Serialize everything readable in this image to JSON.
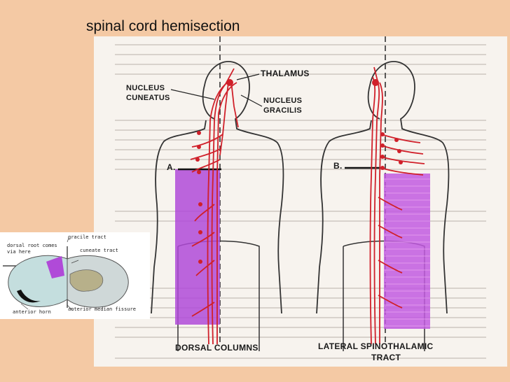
{
  "slide": {
    "title": "spinal cord hemisection"
  },
  "figure": {
    "labels": {
      "thalamus": "THALAMUS",
      "nucleus_cuneatus_1": "NUCLEUS",
      "nucleus_cuneatus_2": "CUNEATUS",
      "nucleus_gracilis_1": "NUCLEUS",
      "nucleus_gracilis_2": "GRACILIS",
      "marker_a": "A.",
      "marker_b": "B.",
      "dorsal_columns": "DORSAL COLUMNS",
      "lateral_1": "LATERAL SPINOTHALAMIC",
      "lateral_2": "TRACT"
    },
    "colors": {
      "tract": "#d0202a",
      "lesion": "#b04ad8",
      "line": "#333333"
    }
  },
  "inset": {
    "labels": {
      "dorsal_root": "dorsal root comes",
      "dorsal_root_2": "via here",
      "gracile": "gracile tract",
      "cuneate": "cuneate tract",
      "anterior_horn": "anterior horn",
      "anterior_median": "anterior median fissure"
    }
  }
}
